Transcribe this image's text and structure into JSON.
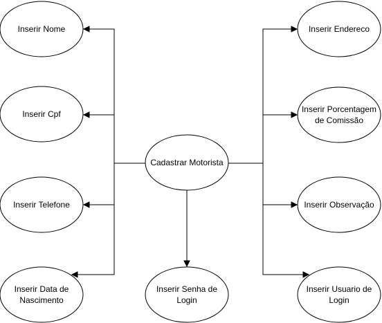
{
  "diagram": {
    "center": {
      "id": "center",
      "text": "Cadastrar Motorista"
    },
    "nodes": [
      {
        "id": "nome",
        "text": "Inserir Nome"
      },
      {
        "id": "cpf",
        "text": "Inserir Cpf"
      },
      {
        "id": "telefone",
        "text": "Inserir Telefone"
      },
      {
        "id": "nascimento",
        "text": "Inserir Data de\nNascimento"
      },
      {
        "id": "senha",
        "text": "Inserir Senha de\nLogin"
      },
      {
        "id": "endereco",
        "text": "Inserir Endereco"
      },
      {
        "id": "comissao",
        "text": "Inserir Porcentagem\nde Comissão"
      },
      {
        "id": "observacao",
        "text": "Inserir Observação"
      },
      {
        "id": "usuario",
        "text": "Inserir Usuario de\nLogin"
      }
    ],
    "edges": [
      {
        "from": "center",
        "to": "nome"
      },
      {
        "from": "center",
        "to": "cpf"
      },
      {
        "from": "center",
        "to": "telefone"
      },
      {
        "from": "center",
        "to": "nascimento"
      },
      {
        "from": "center",
        "to": "senha"
      },
      {
        "from": "center",
        "to": "endereco"
      },
      {
        "from": "center",
        "to": "comissao"
      },
      {
        "from": "center",
        "to": "observacao"
      },
      {
        "from": "center",
        "to": "usuario"
      }
    ]
  }
}
